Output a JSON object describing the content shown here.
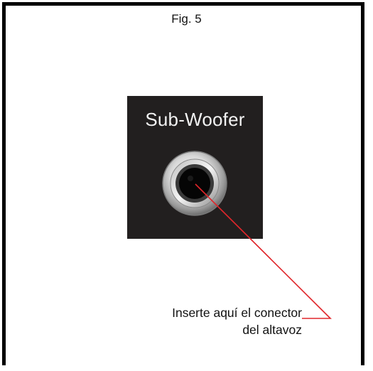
{
  "figure": {
    "label": "Fig. 5"
  },
  "panel": {
    "title": "Sub-Woofer"
  },
  "callout": {
    "line1": "Inserte aquí el conector",
    "line2": "del altavoz",
    "color": "#e0262b"
  },
  "colors": {
    "panel": "#221f1f",
    "border": "#000000"
  }
}
